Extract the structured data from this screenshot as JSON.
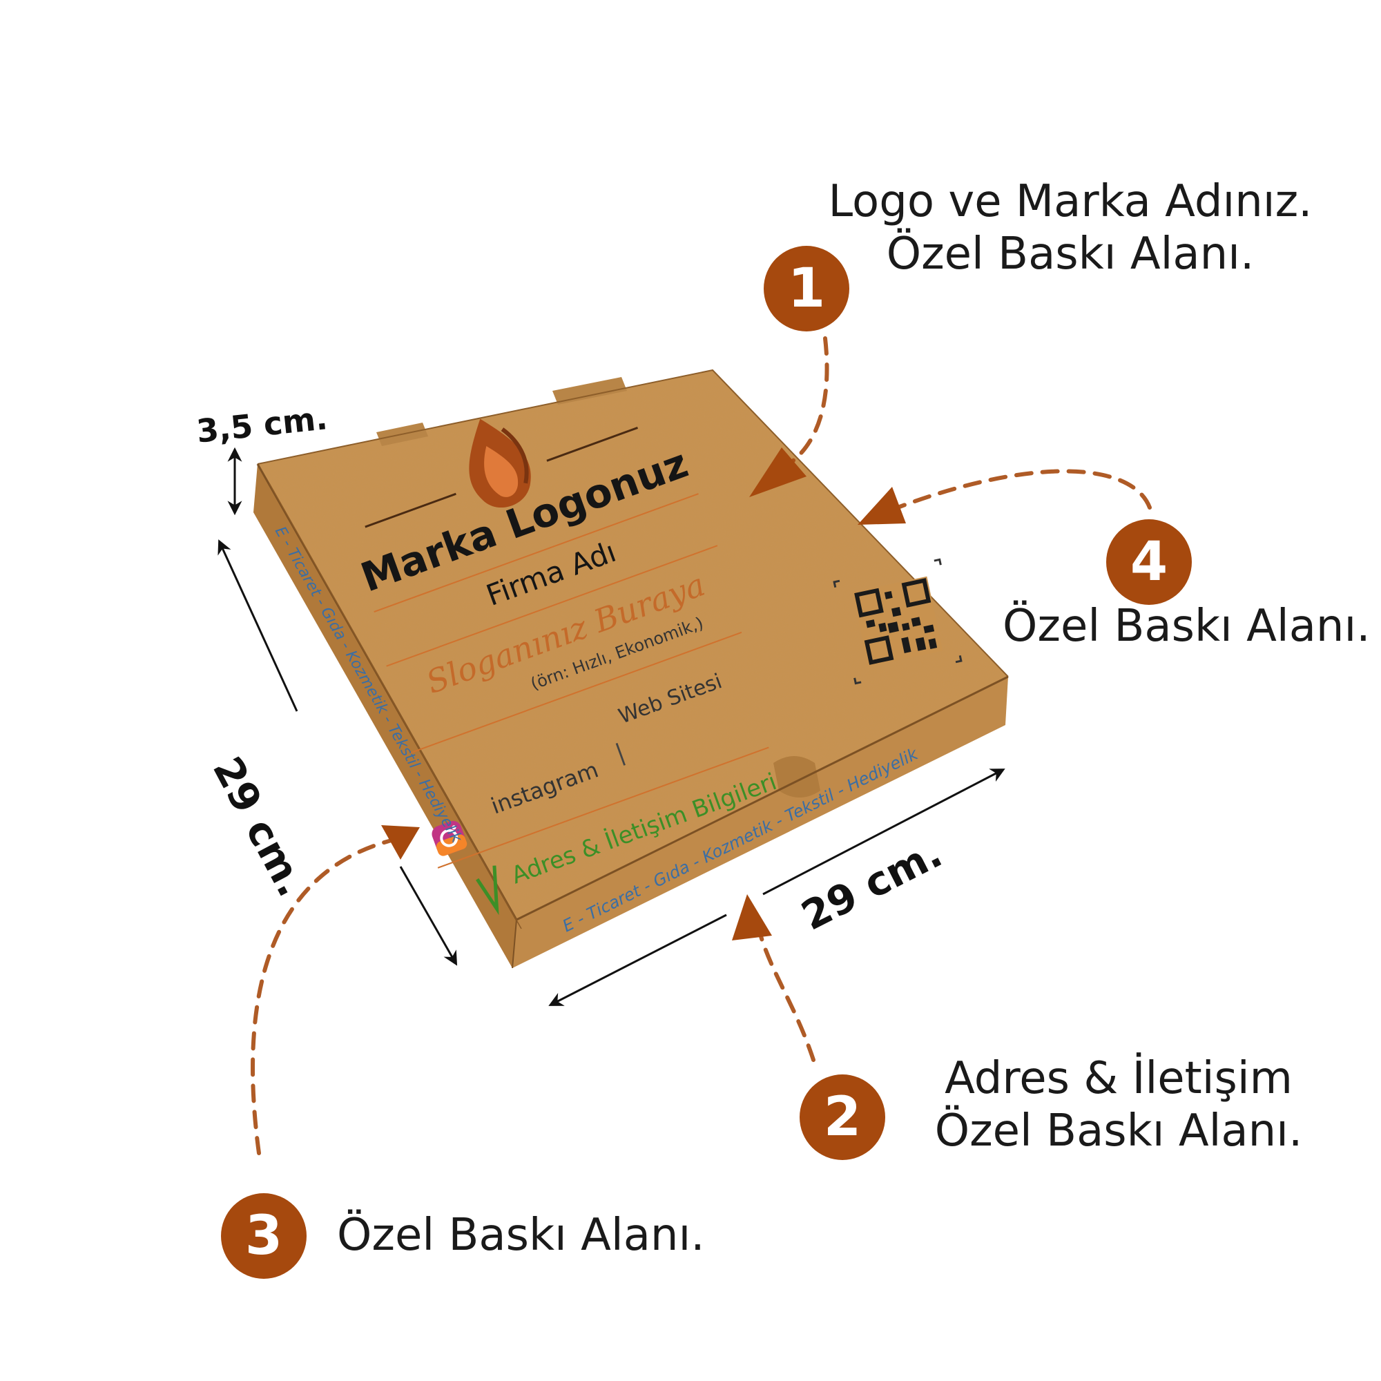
{
  "colors": {
    "accent": "#A6490E",
    "box_top": "#C8924F",
    "box_side": "#B7823F",
    "box_front": "#C69253",
    "edge_text": "#3A6EA5",
    "contact_green": "#3C8F27",
    "slogan_orange": "#C46A2A",
    "text": "#1a1a1a"
  },
  "callouts": [
    {
      "number": "1",
      "lines": [
        "Logo ve Marka Adınız.",
        "Özel Baskı Alanı."
      ]
    },
    {
      "number": "2",
      "lines": [
        "Adres & İletişim",
        "Özel Baskı Alanı."
      ]
    },
    {
      "number": "3",
      "lines": [
        "Özel Baskı Alanı."
      ]
    },
    {
      "number": "4",
      "lines": [
        "Özel Baskı Alanı."
      ]
    }
  ],
  "dimensions": {
    "height": "3,5 cm.",
    "depth": "29 cm.",
    "width": "29 cm."
  },
  "box": {
    "brand": "Marka Logonuz",
    "company": "Firma Adı",
    "slogan": "Sloganınız Buraya",
    "slogan_example": "(örn: Hızlı, Ekonomik,)",
    "web": "Web Sitesi",
    "instagram": "instagram",
    "separator": "|",
    "contact": "Adres & İletişim Bilgileri",
    "edge_text": "E - Ticaret  -  Gıda  -  Kozmetik  -  Tekstil  -  Hediyelik",
    "icons": [
      "flame-logo-icon",
      "instagram-icon",
      "leaf-icon",
      "qr-code-icon"
    ]
  }
}
